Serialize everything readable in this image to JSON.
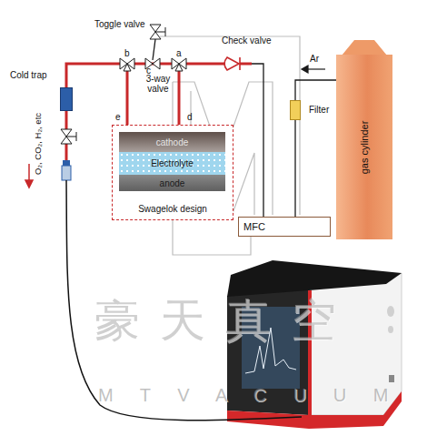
{
  "diagram": {
    "nodes": [
      {
        "text": [
          "Cold trap"
        ]
      },
      {
        "text": [
          "Filter"
        ]
      },
      {
        "text": [
          "gas cylinder"
        ]
      },
      {
        "text": [
          "Swagelok design"
        ]
      },
      {
        "text": [
          "cathode"
        ],
        "in": 3
      },
      {
        "text": [
          "Electrolyte"
        ],
        "in": 3
      },
      {
        "text": [
          "anode"
        ],
        "in": 3
      },
      {
        "text": [
          "MFC"
        ]
      }
    ],
    "edges": [
      {
        "from": 2,
        "to": 1,
        "arrow": "none"
      },
      {
        "from": 1,
        "to": 7,
        "arrow": "none"
      }
    ],
    "labels": [
      "Toggle valve",
      "b",
      "c",
      "a",
      "3-way valve",
      "e",
      "d",
      "Check valve",
      "Ar",
      "O₂, CO₂, H₂, etc",
      "豪天真空",
      "M T V A C U U M"
    ]
  }
}
